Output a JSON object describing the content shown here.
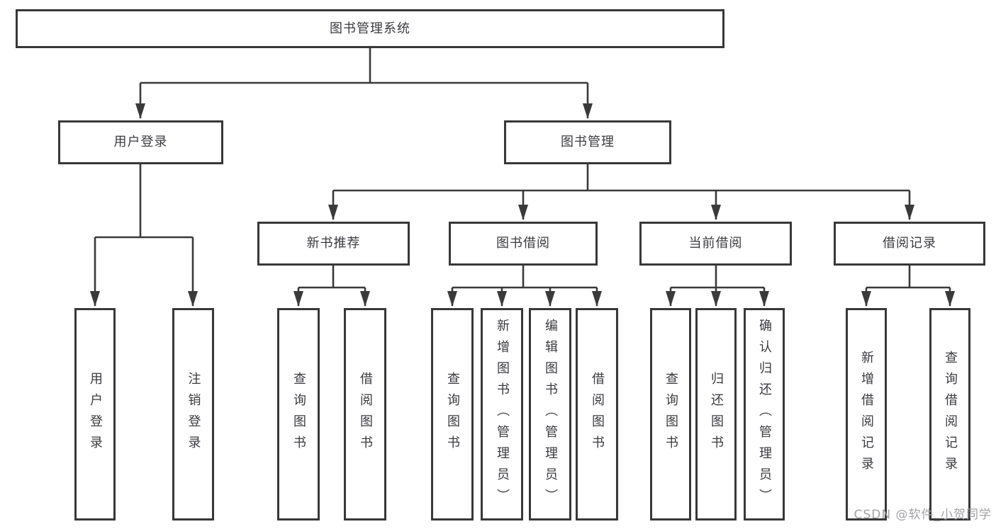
{
  "diagram": {
    "title": "图书管理系统",
    "watermark": "CSDN @软件_小贺同学",
    "colors": {
      "line": "#3a3a3a",
      "box_border": "#383838",
      "text": "#3b3b40",
      "watermark": "#a2a2a6",
      "background": "#ffffff"
    },
    "nodes": {
      "root": "图书管理系统",
      "user_login": "用户登录",
      "book_mgmt": "图书管理",
      "new_book_rec": "新书推荐",
      "book_borrow": "图书借阅",
      "current_borrow": "当前借阅",
      "borrow_records": "借阅记录",
      "leaf_user_login": "用户登录",
      "leaf_logout": "注销登录",
      "leaf_nb_query": "查询图书",
      "leaf_nb_borrow": "借阅图书",
      "leaf_bb_query": "查询图书",
      "leaf_bb_add": "新增图书（管理员）",
      "leaf_bb_edit": "编辑图书（管理员）",
      "leaf_bb_borrow": "借阅图书",
      "leaf_cb_query": "查询图书",
      "leaf_cb_return": "归还图书",
      "leaf_cb_confirm": "确认归还（管理员）",
      "leaf_br_add": "新增借阅记录",
      "leaf_br_query": "查询借阅记录"
    },
    "tree": {
      "图书管理系统": {
        "用户登录": [
          "用户登录",
          "注销登录"
        ],
        "图书管理": {
          "新书推荐": [
            "查询图书",
            "借阅图书"
          ],
          "图书借阅": [
            "查询图书",
            "新增图书（管理员）",
            "编辑图书（管理员）",
            "借阅图书"
          ],
          "当前借阅": [
            "查询图书",
            "归还图书",
            "确认归还（管理员）"
          ],
          "借阅记录": [
            "新增借阅记录",
            "查询借阅记录"
          ]
        }
      }
    }
  }
}
